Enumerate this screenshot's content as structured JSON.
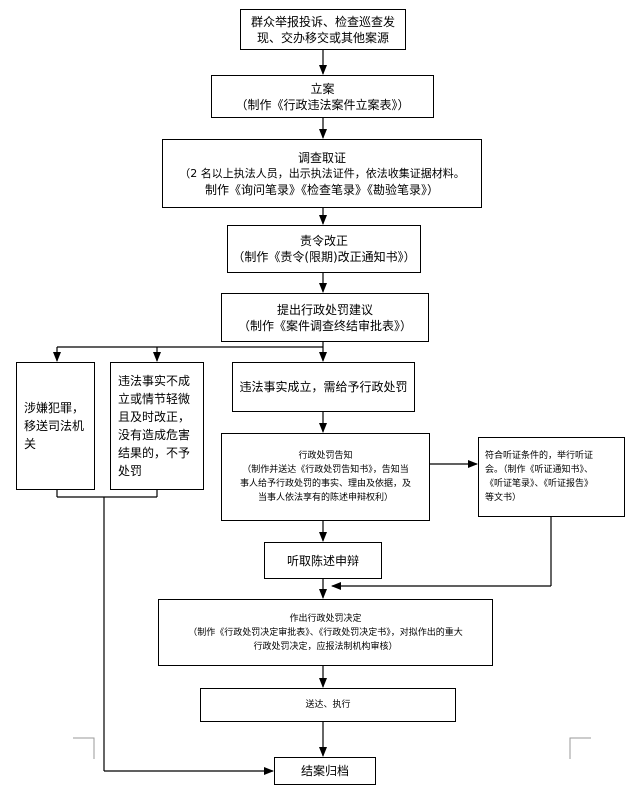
{
  "nodes": {
    "source": {
      "lines": [
        "群众举报投诉、检查巡查发",
        "现、交办移交或其他案源"
      ]
    },
    "filing": {
      "lines": [
        "立案",
        "（制作《行政违法案件立案表》）"
      ]
    },
    "investigation": {
      "lines": [
        "调查取证",
        "（2 名以上执法人员，出示执法证件，依法收集证据材料。",
        "制作《询问笔录》《检查笔录》《勘验笔录》）"
      ]
    },
    "rectify": {
      "lines": [
        "责令改正",
        "（制作《责令(限期)改正通知书》）"
      ]
    },
    "proposal": {
      "lines": [
        "提出行政处罚建议",
        "（制作《案件调查终结审批表》）"
      ]
    },
    "transfer": {
      "lines": [
        "涉嫌犯罪，",
        "移送司法机",
        "关"
      ]
    },
    "no_penalty": {
      "lines": [
        "违法事实不成",
        "立或情节轻微",
        "且及时改正，",
        "没有造成危害",
        "结果的，不予",
        "处罚"
      ]
    },
    "penalty_needed": {
      "lines": [
        "违法事实成立，需给予行政处罚"
      ]
    },
    "notice": {
      "lines": [
        "行政处罚告知",
        "（制作并送达《行政处罚告知书》，告知当",
        "事人给予行政处罚的事实、理由及依据，及",
        "当事人依法享有的陈述申辩权利）"
      ]
    },
    "hearing": {
      "lines": [
        "符合听证条件的，举行听证",
        "会。（制作《听证通知书》、",
        "《听证笔录》、《听证报告》",
        "等文书）"
      ]
    },
    "statement": {
      "lines": [
        "听取陈述申辩"
      ]
    },
    "decision": {
      "lines": [
        "作出行政处罚决定",
        "（制作《行政处罚决定审批表》、《行政处罚决定书》，对拟作出的重大",
        "行政处罚决定，应报法制机构审核）"
      ]
    },
    "delivery": {
      "lines": [
        "送达、执行"
      ]
    },
    "archive": {
      "lines": [
        "结案归档"
      ]
    }
  },
  "colors": {
    "line": "#000000",
    "background": "#ffffff"
  }
}
